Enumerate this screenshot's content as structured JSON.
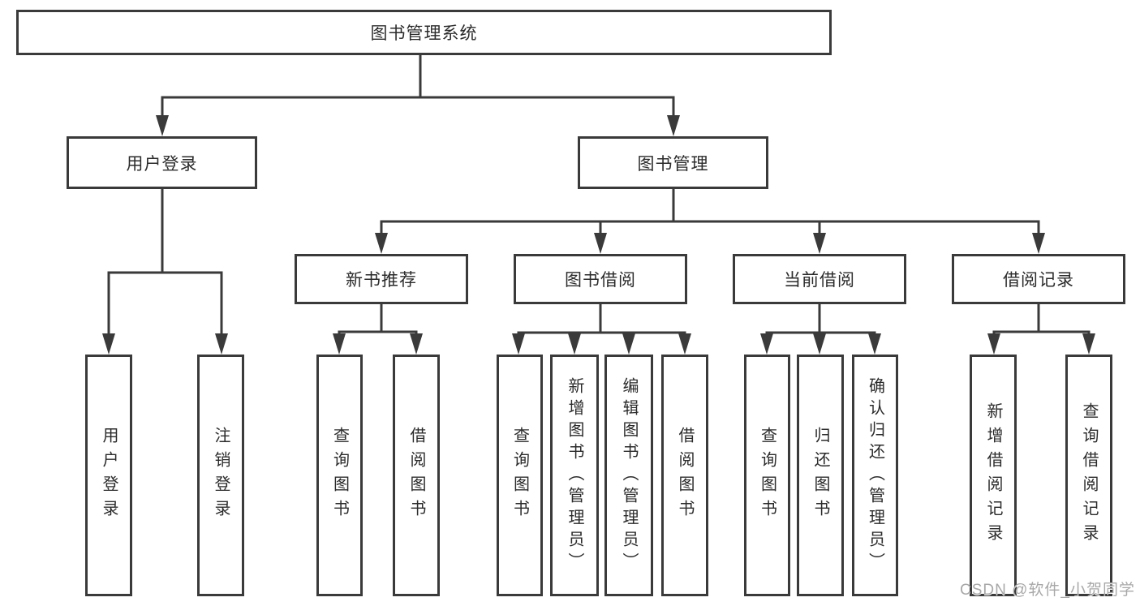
{
  "nodes": {
    "root": "图书管理系统",
    "user_login": "用户登录",
    "book_management": "图书管理",
    "new_book": "新书推荐",
    "book_borrow": "图书借阅",
    "current_borrow": "当前借阅",
    "borrow_record": "借阅记录"
  },
  "leaves": {
    "user_login": [
      "用户登录",
      "注销登录"
    ],
    "new_book": [
      "查询图书",
      "借阅图书"
    ],
    "book_borrow": [
      "查询图书",
      "新增图书（管理员）",
      "编辑图书（管理员）",
      "借阅图书"
    ],
    "current_borrow": [
      "查询图书",
      "归还图书",
      "确认归还（管理员）"
    ],
    "borrow_record": [
      "新增借阅记录",
      "查询借阅记录"
    ]
  },
  "watermark": "CSDN @软件_小贺同学",
  "colors": {
    "line": "#3a3a3a",
    "text": "#2b2b2b",
    "background": "#ffffff",
    "watermark": "#a8a8a8"
  }
}
